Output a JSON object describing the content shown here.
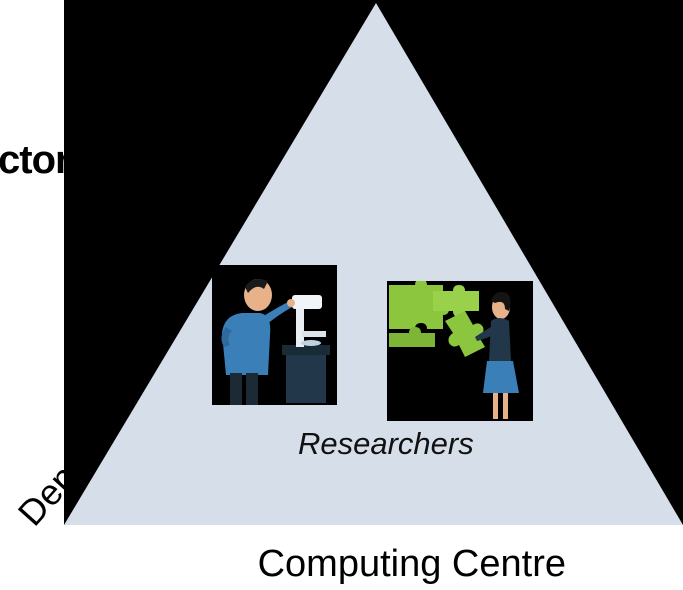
{
  "diagram": {
    "left_partial_top": "ctor",
    "left_partial_bottom": "Dep",
    "researchers_label": "Researchers",
    "bottom_label": "Computing Centre",
    "pictures": {
      "microscope": "scientist-with-microscope-icon",
      "puzzle": "person-with-puzzle-pieces-icon"
    },
    "colors": {
      "background": "#000000",
      "triangle": "#D6DEE9",
      "figure_blue": "#3A7FB8",
      "puzzle_green": "#8CC63F"
    }
  }
}
